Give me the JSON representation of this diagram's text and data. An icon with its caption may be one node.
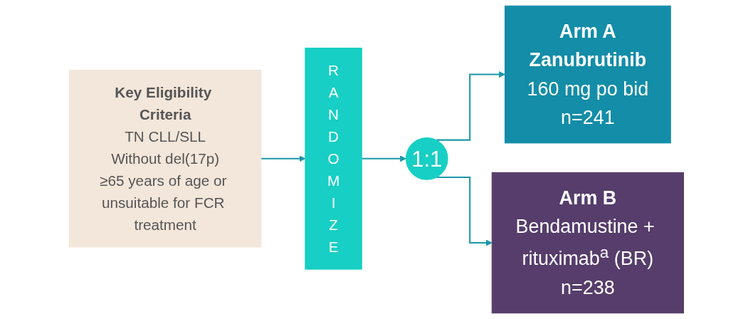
{
  "diagram": {
    "nodes": [
      {
        "text": [
          "Key Eligibility Criteria",
          "TN CLL/SLL",
          "Without del(17p)",
          "≥65 years of age or unsuitable for FCR treatment"
        ]
      },
      {
        "text": [
          "RANDOMIZE"
        ]
      },
      {
        "text": [
          "1:1"
        ]
      },
      {
        "text": [
          "Arm A",
          "Zanubrutinib",
          "160 mg po bid",
          "n=241"
        ]
      },
      {
        "text": [
          "Arm B",
          "Bendamustine + rituximab$^{a}$ (BR)",
          "n=238"
        ]
      }
    ],
    "edges": [
      {
        "from": 0,
        "to": 1,
        "arrow": "to"
      },
      {
        "from": 1,
        "to": 2,
        "arrow": "to"
      },
      {
        "from": 2,
        "to": 3,
        "arrow": "to"
      },
      {
        "from": 2,
        "to": 4,
        "arrow": "to"
      }
    ]
  }
}
